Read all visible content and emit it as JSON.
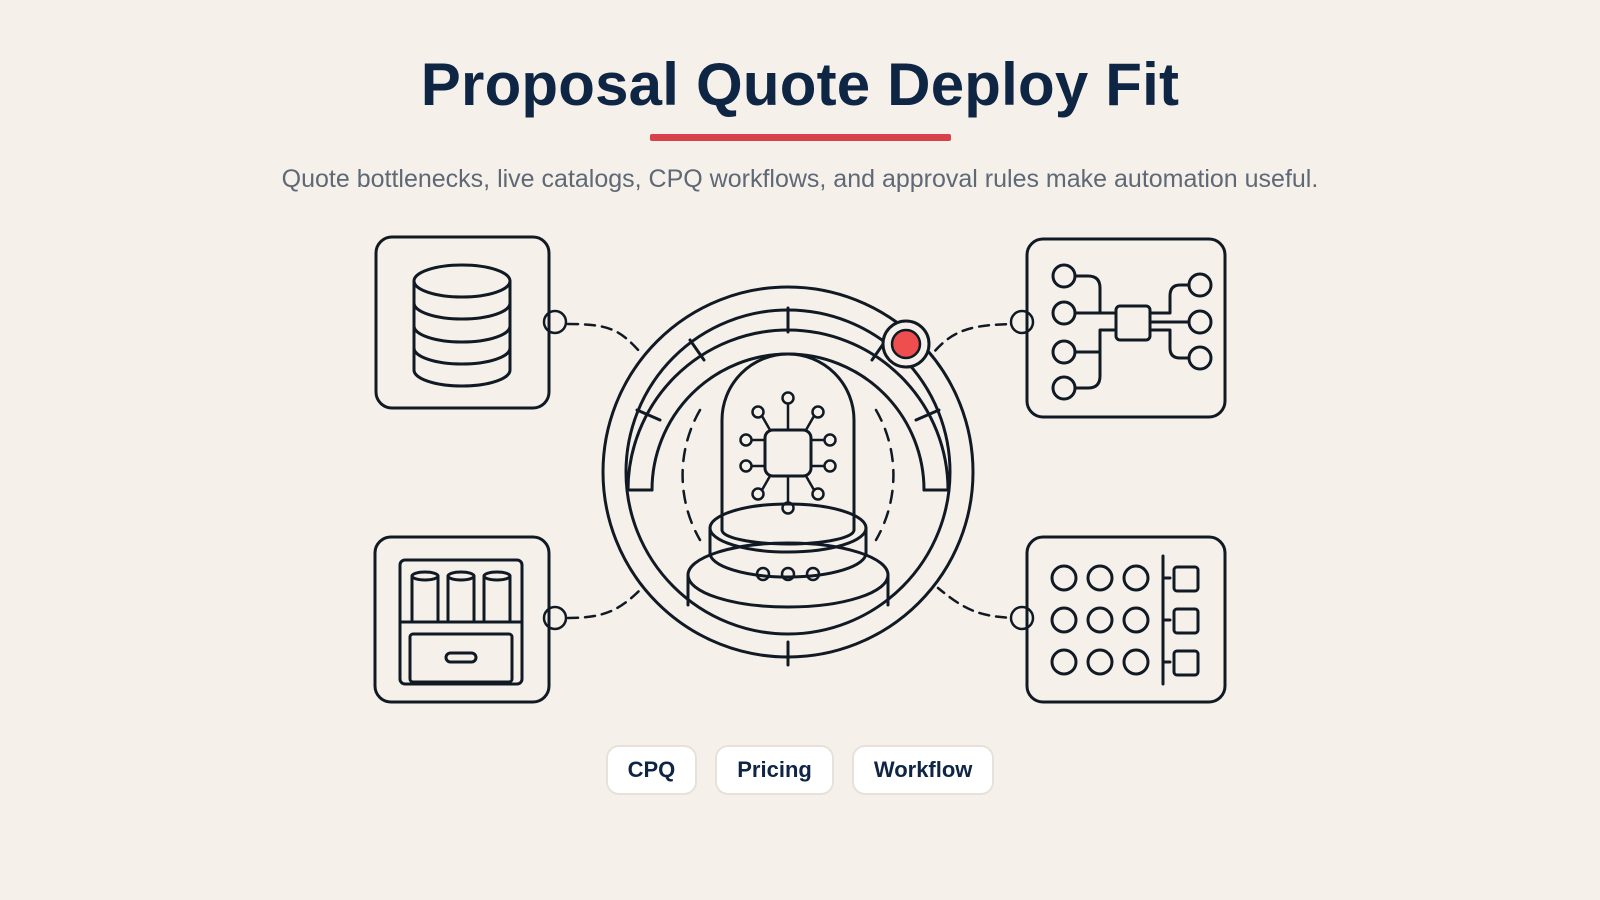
{
  "title": "Proposal Quote Deploy Fit",
  "subtitle": "Quote bottlenecks, live catalogs, CPQ workflows, and approval rules make automation useful.",
  "tags": [
    "CPQ",
    "Pricing",
    "Workflow"
  ],
  "colors": {
    "background": "#f5f1ea",
    "title": "#0f2544",
    "accent_red": "#d9414a",
    "subtitle": "#5f6875",
    "stroke": "#111a24",
    "alert_dot": "#ee4e4e"
  },
  "icons": {
    "hub": "ai-chip-dome-icon",
    "top_left": "database-icon",
    "bottom_left": "cabinet-drawer-icon",
    "top_right": "workflow-network-icon",
    "bottom_right": "toggle-grid-icon",
    "hub_indicator": "alert-dot-icon"
  }
}
